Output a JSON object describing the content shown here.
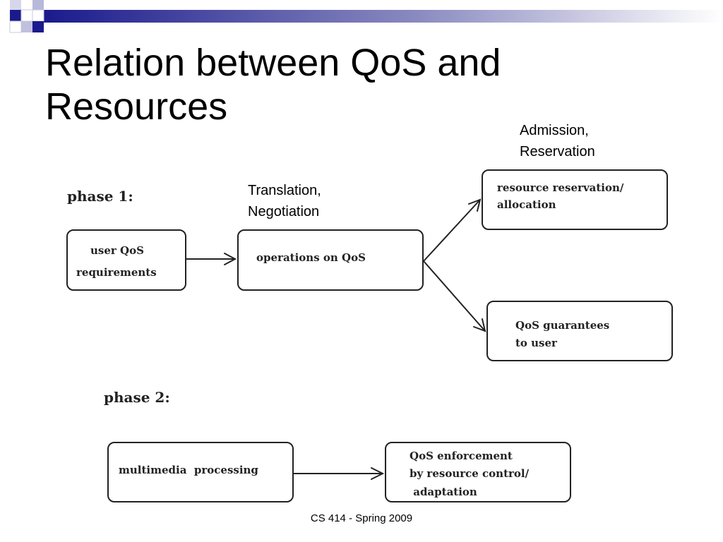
{
  "slide": {
    "title_line1": "Relation between QoS and",
    "title_line2": "Resources",
    "footer": "CS 414 - Spring 2009",
    "accent_color": "#1a1a8c"
  },
  "annotations": {
    "translation_line1": "Translation,",
    "translation_line2": "Negotiation",
    "admission_line1": "Admission,",
    "admission_line2": "Reservation"
  },
  "diagram": {
    "phase1_label": "phase 1:",
    "phase2_label": "phase 2:",
    "nodes": {
      "user_qos": [
        "user QoS",
        "requirements"
      ],
      "operations": [
        "operations on QoS"
      ],
      "reservation": [
        "resource reservation/",
        "allocation"
      ],
      "guarantees": [
        "QoS guarantees",
        "to user"
      ],
      "multimedia": [
        "multimedia  processing"
      ],
      "enforcement": [
        "QoS enforcement",
        "by resource control/",
        " adaptation"
      ]
    }
  }
}
